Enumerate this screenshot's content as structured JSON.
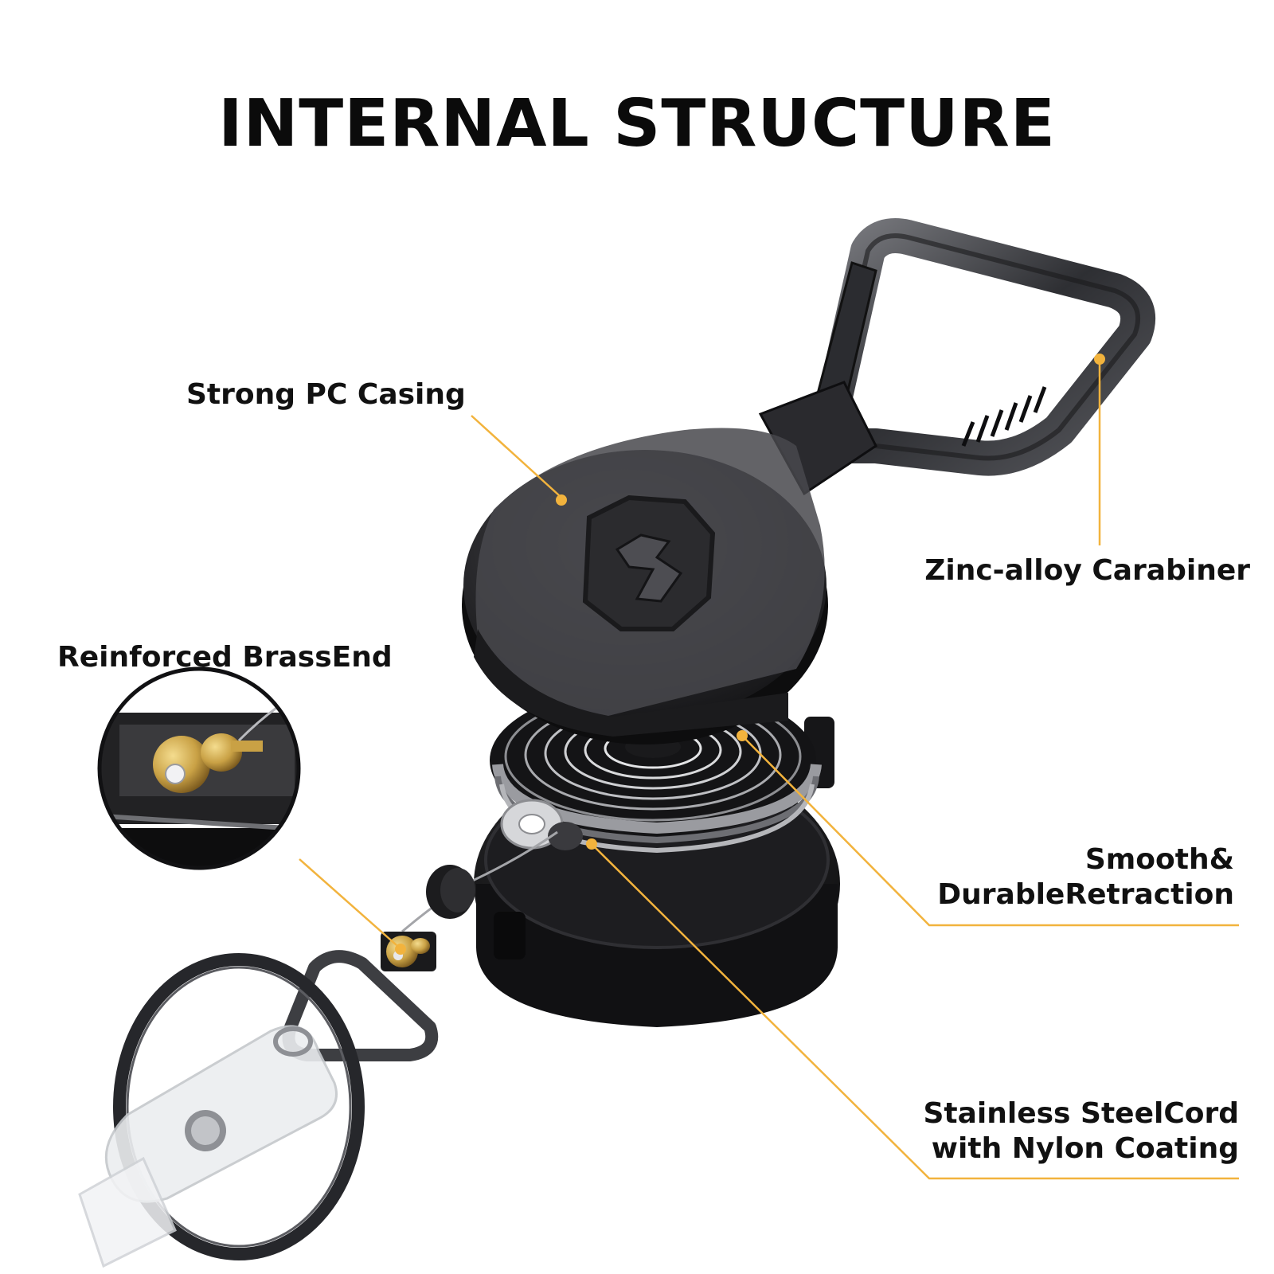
{
  "title": "INTERNAL STRUCTURE",
  "labels": {
    "casing": "Strong PC Casing",
    "carabiner": "Zinc-alloy Carabiner",
    "brass_end": "Reinforced BrassEnd",
    "retraction_line1": "Smooth&",
    "retraction_line2": "DurableRetraction",
    "cord_line1": "Stainless SteelCord",
    "cord_line2": "with Nylon Coating"
  },
  "colors": {
    "accent": "#F2B33D",
    "text": "#111111",
    "product_dark": "#1b1b1d",
    "product_mid": "#3a3a3e",
    "brass": "#c9a145",
    "background": "#ffffff"
  }
}
